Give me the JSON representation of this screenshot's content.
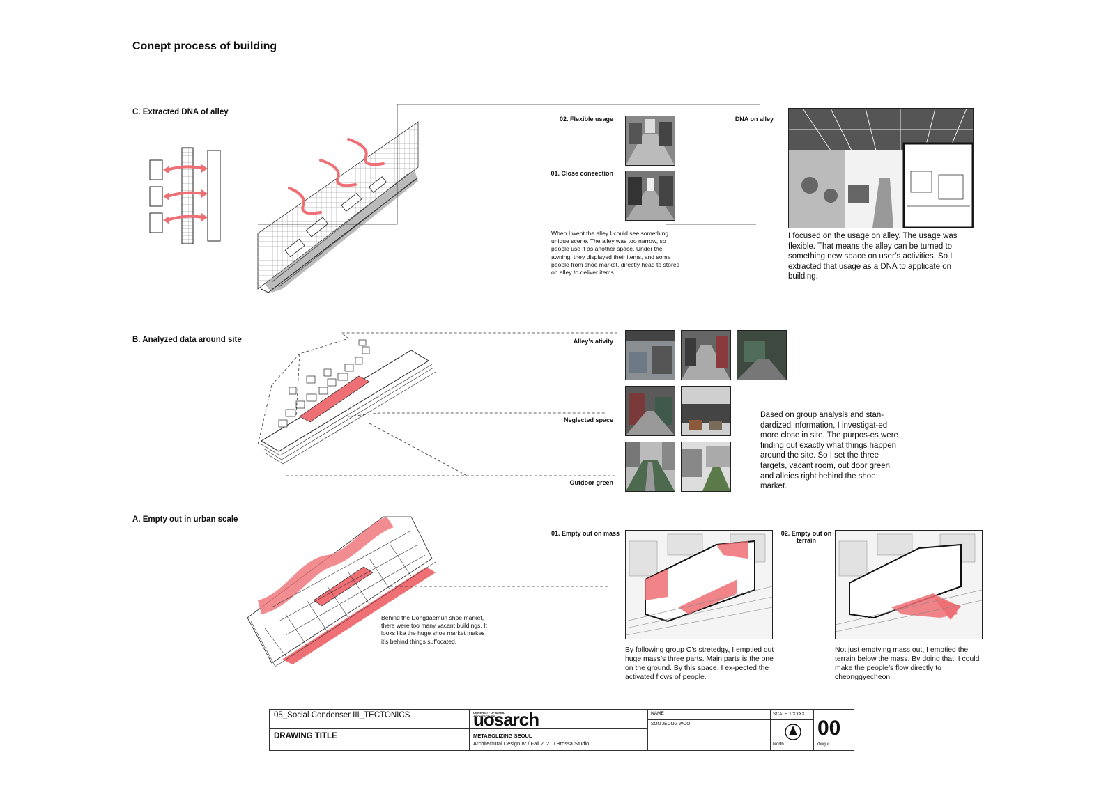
{
  "page_title": "Conept process of building",
  "sections": {
    "c": {
      "heading": "C. Extracted DNA of alley",
      "label_flexible": "02. Flexible usage",
      "label_close": "01. Close coneection",
      "label_dna": "DNA on alley",
      "text_alley": "When I went the alley I could see something unique scene. The alley was too narrow, so people use it as another space. Under the awning, they displayed their items, and some people from shoe market, directly head to stores on alley to deliver items.",
      "text_usage": "I focused on the usage on alley. The usage was flexible. That means the alley can be turned to something new space on user’s activities. So I extracted that usage as a DNA to applicate on building."
    },
    "b": {
      "heading": "B. Analyzed data around site",
      "label_activity": "Alley’s ativity",
      "label_neglected": "Neglected space",
      "label_green": "Outdoor green",
      "text": "Based on group analysis and stan-dardized information, I investigat-ed more close in site. The purpos-es were finding out exactly what things happen around the site. So I set the three targets, vacant room, out door green and alleies right behind the shoe market."
    },
    "a": {
      "heading": "A. Empty out in urban scale",
      "text_site": "Behind the Dongdaemun shoe market, there were too many vacant buildings. It looks like the huge shoe market makes it’s behind things suffocated.",
      "label_mass": "01. Empty out on mass",
      "label_terrain": "02. Empty out on terrain",
      "text_mass": "By following group C’s stretedgy, I emptied out huge mass’s three parts. Main parts is the one on the ground. By this space, I ex-pected the activated flows of people.",
      "text_terrain": "Not just emptying mass out, I emptied the terrain below the mass. By doing that, I could make the people’s flow directly to cheonggyecheon."
    }
  },
  "title_block": {
    "course": "05_Social Condenser III_TECTONICS",
    "drawing_title": "DRAWING TITLE",
    "school_small": "UNIVERSITY OF SEOUL ARCHITECTURE",
    "logo": "uosarch",
    "project": "METABOLIZING SEOUL",
    "studio": "Architectural Design IV / Fall 2021 / Brossa Studio",
    "name_label": "NAME",
    "name_value": "SON JEONG WOO",
    "scale_label": "SCALE 1/XXXX",
    "north_label": "North",
    "dwg_label": "dwg #",
    "dwg_number": "00"
  },
  "colors": {
    "accent_red": "#ee6f74",
    "line": "#222222"
  }
}
